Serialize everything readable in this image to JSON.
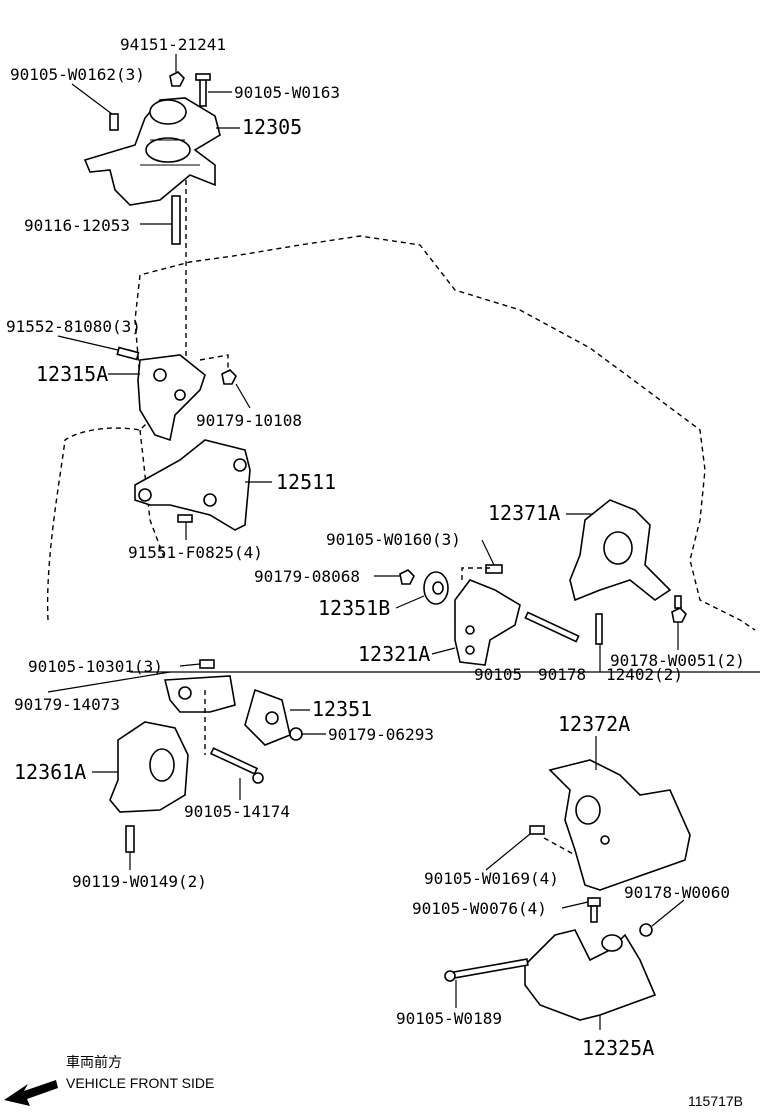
{
  "diagram_id": "115717B",
  "direction": {
    "label_jp": "車両前方",
    "label_en": "VEHICLE FRONT SIDE"
  },
  "callouts": {
    "c94151_21241": "94151-21241",
    "c90105_W0162": "90105-W0162(3)",
    "c90105_W0163": "90105-W0163",
    "c12305": "12305",
    "c90116_12053": "90116-12053",
    "c91552_81080": "91552-81080(3)",
    "c12315A": "12315A",
    "c90179_10108": "90179-10108",
    "c12511": "12511",
    "c91551_F0825": "91551-F0825(4)",
    "c12371A": "12371A",
    "c90105_W0160": "90105-W0160(3)",
    "c90179_08068": "90179-08068",
    "c12351B": "12351B",
    "c12321A": "12321A",
    "c90105_cut": "90105",
    "c90178_cut": "90178",
    "c12402_cut": "12402(2)",
    "c90178_W0051": "90178-W0051(2)",
    "c90105_10301": "90105-10301(3)",
    "c90179_14073": "90179-14073",
    "c12351": "12351",
    "c90179_06293": "90179-06293",
    "c12361A": "12361A",
    "c90105_14174": "90105-14174",
    "c90119_W0149": "90119-W0149(2)",
    "c12372A": "12372A",
    "c90105_W0169": "90105-W0169(4)",
    "c90178_W0060": "90178-W0060",
    "c90105_W0076": "90105-W0076(4)",
    "c90105_W0189": "90105-W0189",
    "c12325A": "12325A"
  }
}
